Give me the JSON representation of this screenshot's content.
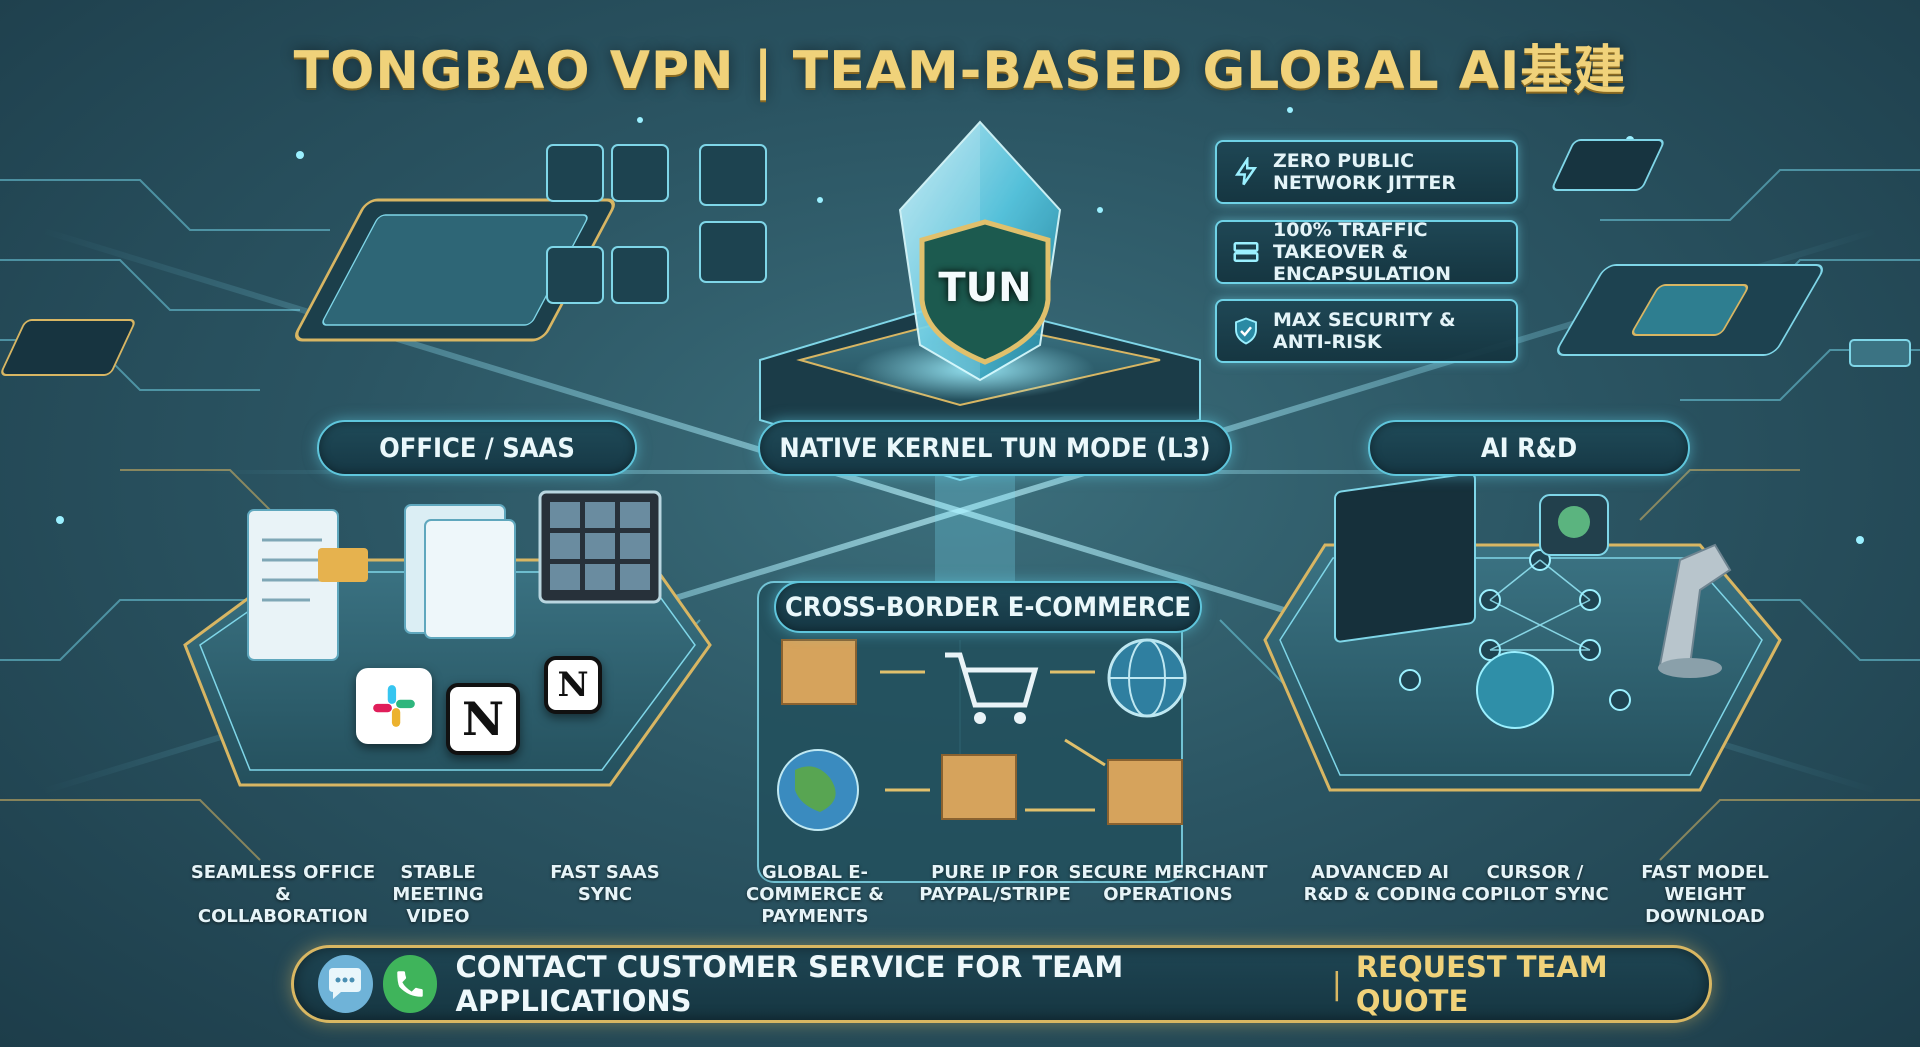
{
  "title": "TONGBAO VPN | TEAM-BASED GLOBAL AI基建",
  "center": {
    "badge": "TUN",
    "mode_label": "NATIVE KERNEL TUN MODE (L3)"
  },
  "features": [
    {
      "icon": "lightning-icon",
      "text": "ZERO PUBLIC NETWORK JITTER"
    },
    {
      "icon": "server-icon",
      "text": "100% TRAFFIC TAKEOVER & ENCAPSULATION"
    },
    {
      "icon": "shield-check-icon",
      "text": "MAX SECURITY & ANTI-RISK"
    }
  ],
  "sections": {
    "office": {
      "label": "OFFICE / SAAS",
      "captions": [
        "SEAMLESS OFFICE & COLLABORATION",
        "STABLE MEETING VIDEO",
        "FAST SAAS SYNC"
      ],
      "logos": {
        "notion_letter": "N"
      }
    },
    "ecommerce": {
      "label": "CROSS-BORDER E-COMMERCE",
      "captions": [
        "GLOBAL E-COMMERCE & PAYMENTS",
        "PURE IP FOR PAYPAL/STRIPE",
        "SECURE MERCHANT OPERATIONS"
      ]
    },
    "ai": {
      "label": "AI R&D",
      "captions": [
        "ADVANCED AI R&D & CODING",
        "CURSOR / COPILOT SYNC",
        "FAST MODEL WEIGHT DOWNLOAD"
      ]
    }
  },
  "contact": {
    "text": "CONTACT CUSTOMER SERVICE FOR TEAM APPLICATIONS",
    "separator": "|",
    "quote": "REQUEST TEAM QUOTE"
  },
  "colors": {
    "gold": "#f0d27a",
    "cyan": "#5fc6dc",
    "bg": "#2b5563"
  }
}
